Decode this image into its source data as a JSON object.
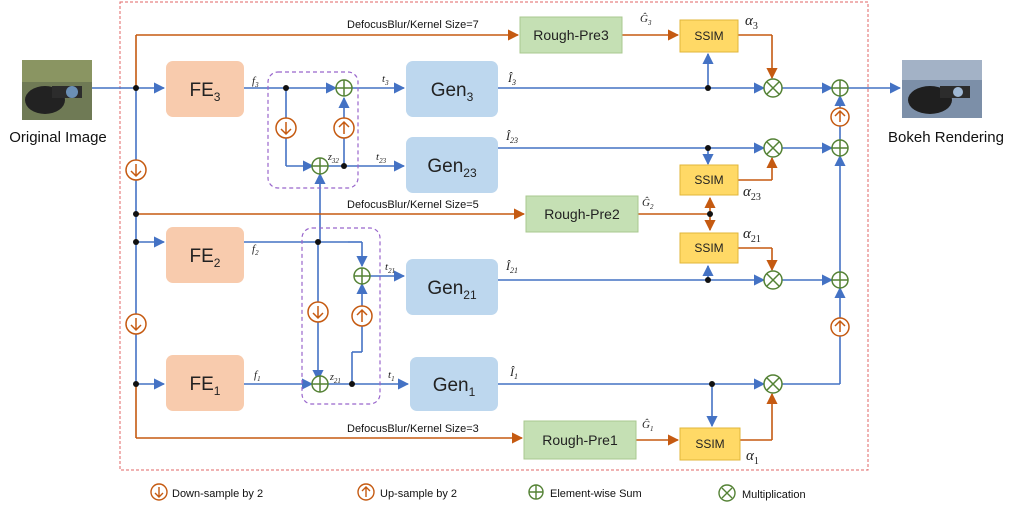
{
  "input": {
    "caption": "Original Image"
  },
  "output": {
    "caption": "Bokeh Rendering"
  },
  "fe": {
    "fe3": "FE",
    "fe3_sub": "3",
    "fe2": "FE",
    "fe2_sub": "2",
    "fe1": "FE",
    "fe1_sub": "1"
  },
  "gen": {
    "g3": "Gen",
    "g3_sub": "3",
    "g23": "Gen",
    "g23_sub": "23",
    "g21": "Gen",
    "g21_sub": "21",
    "g1": "Gen",
    "g1_sub": "1"
  },
  "rough": {
    "r3": "Rough-Pre3",
    "r2": "Rough-Pre2",
    "r1": "Rough-Pre1"
  },
  "blur": {
    "k7": "DefocusBlur/Kernel Size=7",
    "k5": "DefocusBlur/Kernel Size=5",
    "k3": "DefocusBlur/Kernel Size=3"
  },
  "ssim": {
    "label": "SSIM"
  },
  "alpha": {
    "a3": "α",
    "a3_sub": "3",
    "a23": "α",
    "a23_sub": "23",
    "a21": "α",
    "a21_sub": "21",
    "a1": "α",
    "a1_sub": "1"
  },
  "math": {
    "f3": "f",
    "f3_sub": "3",
    "f2": "f",
    "f2_sub": "2",
    "f1": "f",
    "f1_sub": "1",
    "t3": "t",
    "t3_sub": "3",
    "t23": "t",
    "t23_sub": "23",
    "t21": "t",
    "t21_sub": "21",
    "t1": "t",
    "t1_sub": "1",
    "z32": "z",
    "z32_sub": "32",
    "z21": "z",
    "z21_sub": "21",
    "i3": "Î",
    "i3_sub": "3",
    "i23": "Î",
    "i23_sub": "23",
    "i21": "Î",
    "i21_sub": "21",
    "i1": "Î",
    "i1_sub": "1",
    "g3": "Ĝ",
    "g3_sub": "3",
    "g2": "Ĝ",
    "g2_sub": "2",
    "g1": "Ĝ",
    "g1_sub": "1"
  },
  "legend": {
    "down": "Down-sample by 2",
    "up": "Up-sample by 2",
    "sum": "Element-wise Sum",
    "mult": "Multiplication"
  },
  "colors": {
    "blue": "#4472c4",
    "orange": "#c55a11",
    "fe_fill": "#f8cbad",
    "gen_fill": "#bdd7ee",
    "rough_fill": "#c5e0b4",
    "ssim_fill": "#ffd966",
    "sum_green": "#548235",
    "frame_red": "#e06666",
    "dash_purple": "#9966cc"
  }
}
